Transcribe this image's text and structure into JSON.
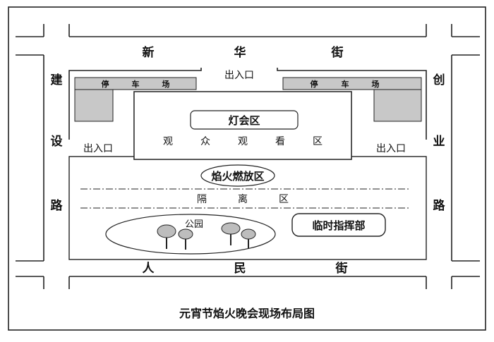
{
  "title": "元宵节焰火晚会现场布局图",
  "streets": {
    "north": [
      "新",
      "华",
      "街"
    ],
    "south": [
      "人",
      "民",
      "街"
    ],
    "west": [
      "建",
      "设",
      "路"
    ],
    "east": [
      "创",
      "业",
      "路"
    ]
  },
  "parking": {
    "left": [
      "停",
      "车",
      "场"
    ],
    "right": [
      "停",
      "车",
      "场"
    ]
  },
  "entrances": {
    "north": "出入口",
    "west": "出入口",
    "east": "出入口"
  },
  "lantern_area": {
    "title": "灯会区",
    "viewing": [
      "观",
      "众",
      "观",
      "看",
      "区"
    ]
  },
  "fireworks_area": "焰火燃放区",
  "isolation_area": [
    "隔",
    "离",
    "区"
  ],
  "park_label": "公园",
  "command_post": "临时指挥部",
  "colors": {
    "parking_fill": "#c8c8c8",
    "line": "#222222",
    "background": "#ffffff"
  }
}
